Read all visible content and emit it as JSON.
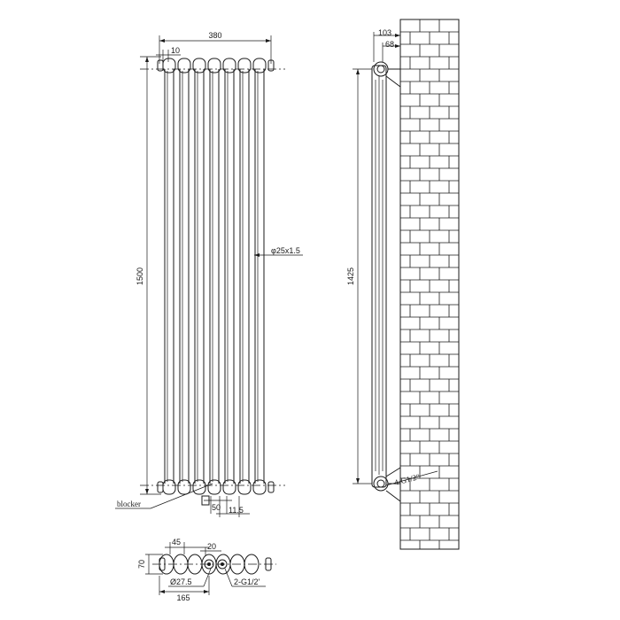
{
  "front_view": {
    "width_label": "380",
    "gap_label": "10",
    "height_label": "1500",
    "tube_label": "φ25x1.5",
    "blocker_label": "blocker",
    "spacing_label": "50",
    "offset_label": "11.5",
    "column_count": 7
  },
  "side_view": {
    "wall_offset_label": "103",
    "depth_label": "68",
    "centres_label": "1425",
    "thread_label": "4-G1/2\""
  },
  "plan_view": {
    "pitch_label": "45",
    "gap_label": "20",
    "depth_label": "70",
    "diameter_label": "Ø27.5",
    "connection_label": "2-G1/2'",
    "centre_label": "165"
  },
  "colors": {
    "line": "#1a1a1a",
    "background": "#ffffff"
  }
}
